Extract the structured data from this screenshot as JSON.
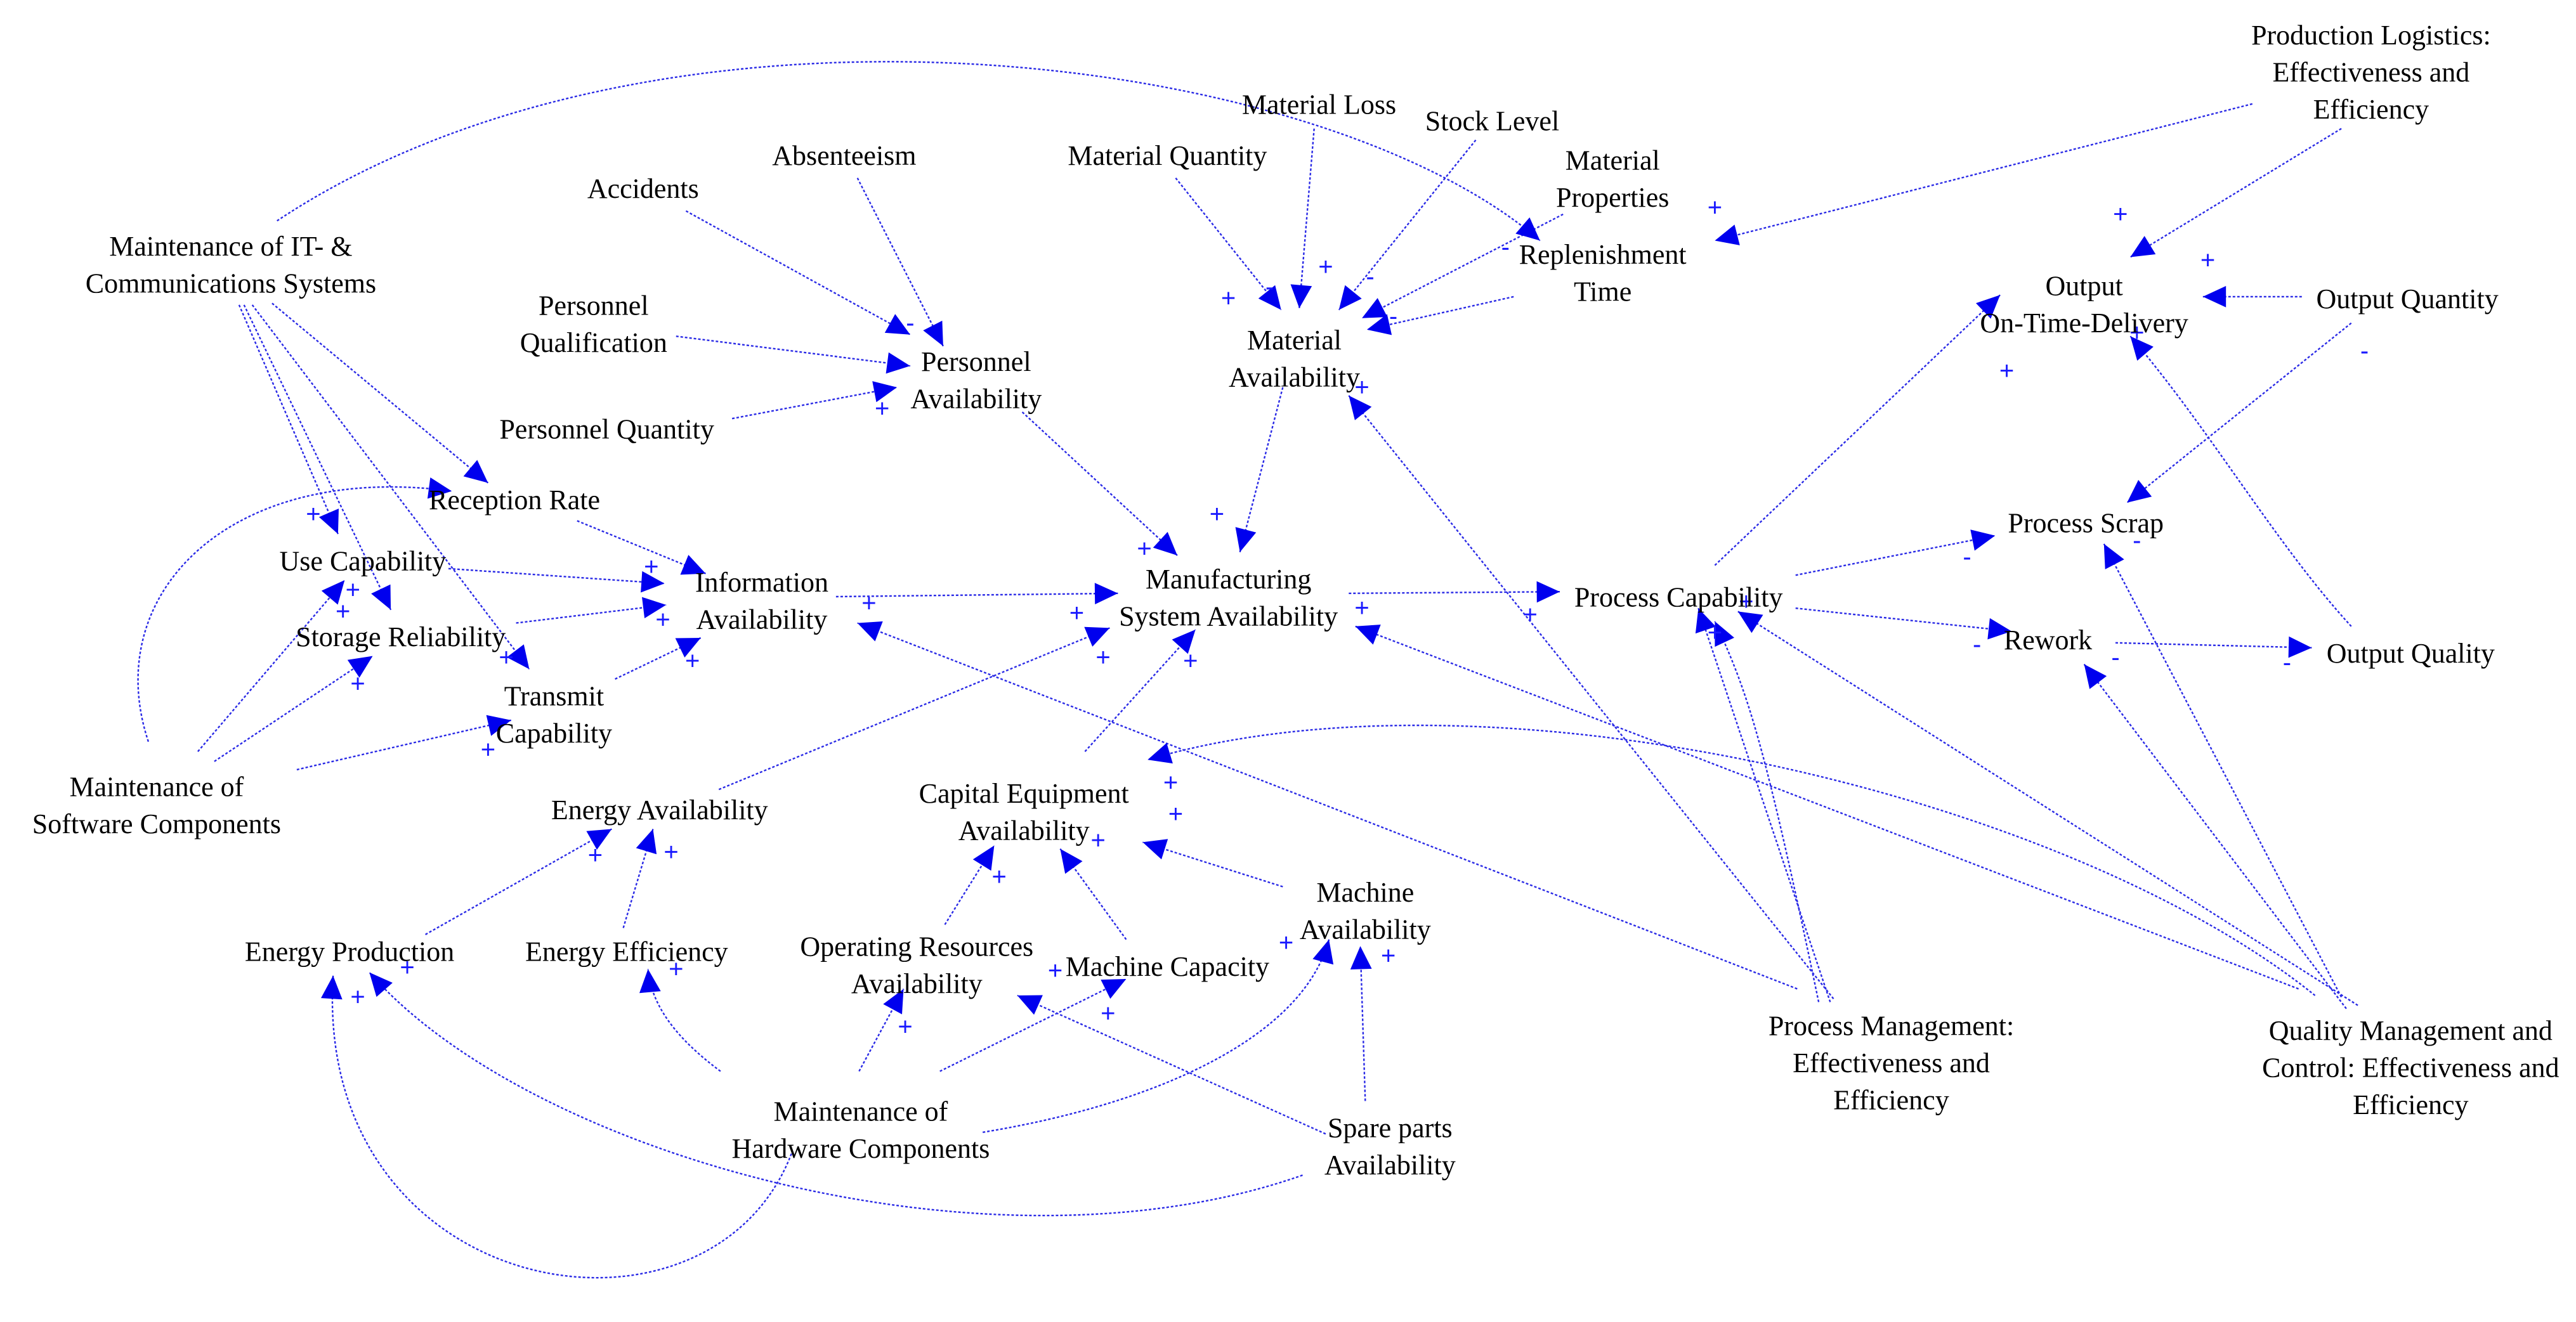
{
  "nodes": {
    "production_logistics": [
      "Production Logistics:",
      "Effectiveness and",
      "Efficiency"
    ],
    "material_loss": [
      "Material Loss"
    ],
    "stock_level": [
      "Stock Level"
    ],
    "material_quantity": [
      "Material Quantity"
    ],
    "absenteeism": [
      "Absenteeism"
    ],
    "material_properties": [
      "Material",
      "Properties"
    ],
    "accidents": [
      "Accidents"
    ],
    "maintenance_it": [
      "Maintenance of IT-  &",
      "Communications Systems"
    ],
    "replenishment_time": [
      "Replenishment",
      "Time"
    ],
    "output_on_time": [
      "Output",
      "On-Time-Delivery"
    ],
    "output_quantity": [
      "Output Quantity"
    ],
    "personnel_qualification": [
      "Personnel",
      "Qualification"
    ],
    "personnel_availability": [
      "Personnel",
      "Availability"
    ],
    "material_availability": [
      "Material",
      "Availability"
    ],
    "personnel_quantity": [
      "Personnel Quantity"
    ],
    "reception_rate": [
      "Reception Rate"
    ],
    "process_scrap": [
      "Process Scrap"
    ],
    "use_capability": [
      "Use Capability"
    ],
    "information_availability": [
      "Information",
      "Availability"
    ],
    "manufacturing_system_availability": [
      "Manufacturing",
      "System Availability"
    ],
    "process_capability": [
      "Process Capability"
    ],
    "storage_reliability": [
      "Storage Reliability"
    ],
    "rework": [
      "Rework"
    ],
    "output_quality": [
      "Output Quality"
    ],
    "transmit_capability": [
      "Transmit",
      "Capability"
    ],
    "maintenance_software": [
      "Maintenance of",
      "Software Components"
    ],
    "energy_availability": [
      "Energy Availability"
    ],
    "capital_equipment_availability": [
      "Capital Equipment",
      "Availability"
    ],
    "machine_availability": [
      "Machine",
      "Availability"
    ],
    "energy_production": [
      "Energy Production"
    ],
    "energy_efficiency": [
      "Energy Efficiency"
    ],
    "operating_resources_availability": [
      "Operating Resources",
      "Availability"
    ],
    "machine_capacity": [
      "Machine Capacity"
    ],
    "process_management": [
      "Process Management:",
      "Effectiveness and",
      "Efficiency"
    ],
    "quality_management": [
      "Quality Management and",
      "Control: Effectiveness and",
      "Efficiency"
    ],
    "maintenance_hardware": [
      "Maintenance of",
      "Hardware Components"
    ],
    "spare_parts_availability": [
      "Spare parts",
      "Availability"
    ]
  },
  "signs": {
    "plus": "+",
    "minus": "-"
  },
  "colors": {
    "edge": "#2a2ae6",
    "arrowhead": "#0000ee",
    "sign": "#1a1aff",
    "text": "#000000"
  }
}
